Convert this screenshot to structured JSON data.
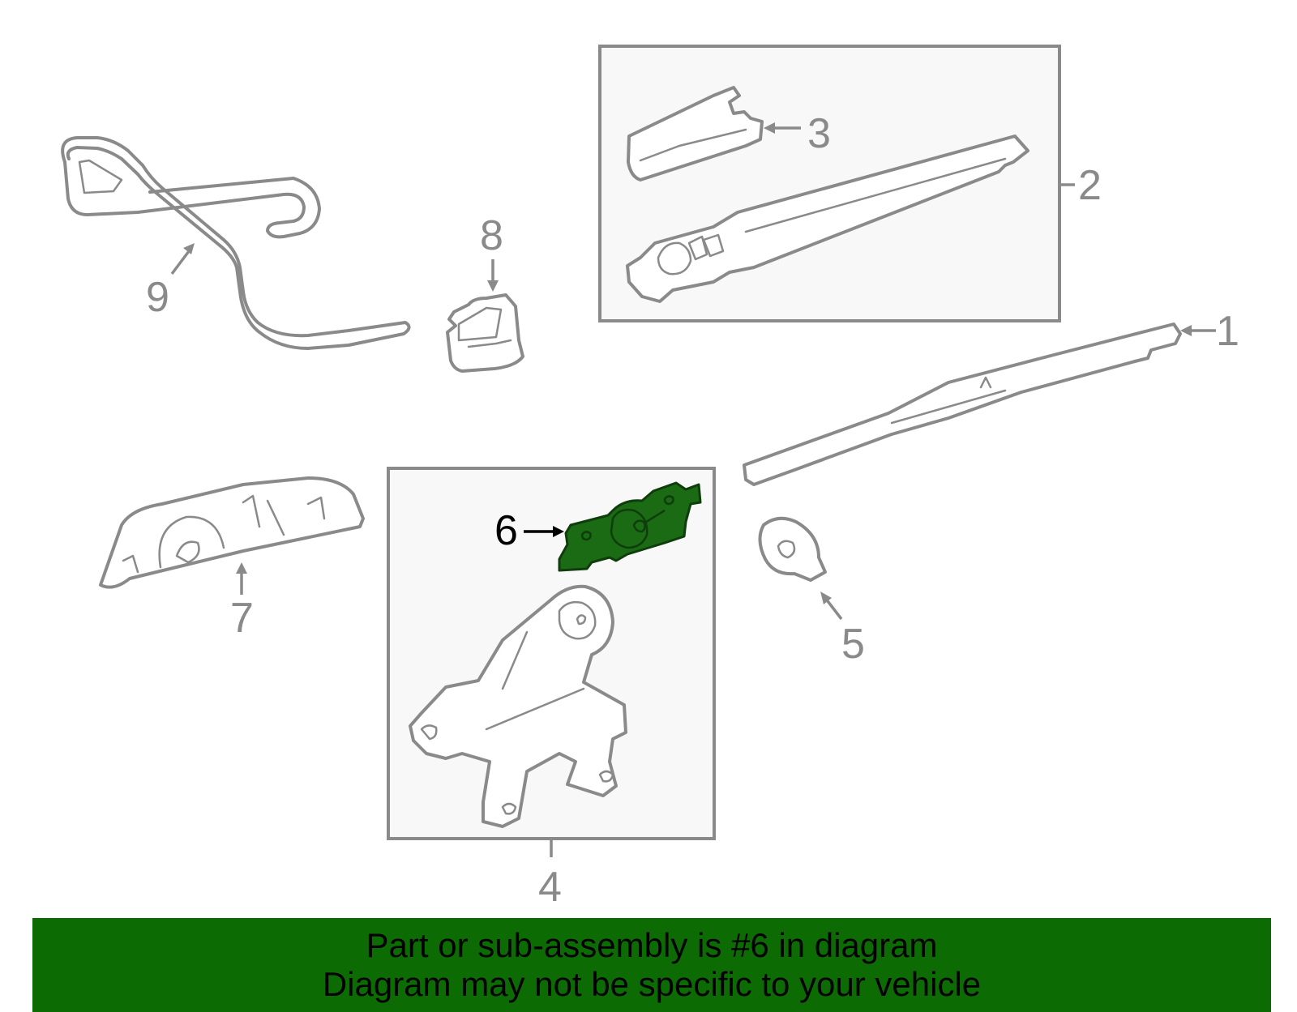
{
  "diagram": {
    "callouts": {
      "c1": "1",
      "c2": "2",
      "c3": "3",
      "c4": "4",
      "c5": "5",
      "c6": "6",
      "c7": "7",
      "c8": "8",
      "c9": "9"
    },
    "highlighted_part": "6",
    "highlight_color": "#1a6b14"
  },
  "banner": {
    "line1": "Part or sub-assembly is #6 in diagram",
    "line2": "Diagram may not be specific to your vehicle",
    "background_color": "#0d6b04"
  }
}
